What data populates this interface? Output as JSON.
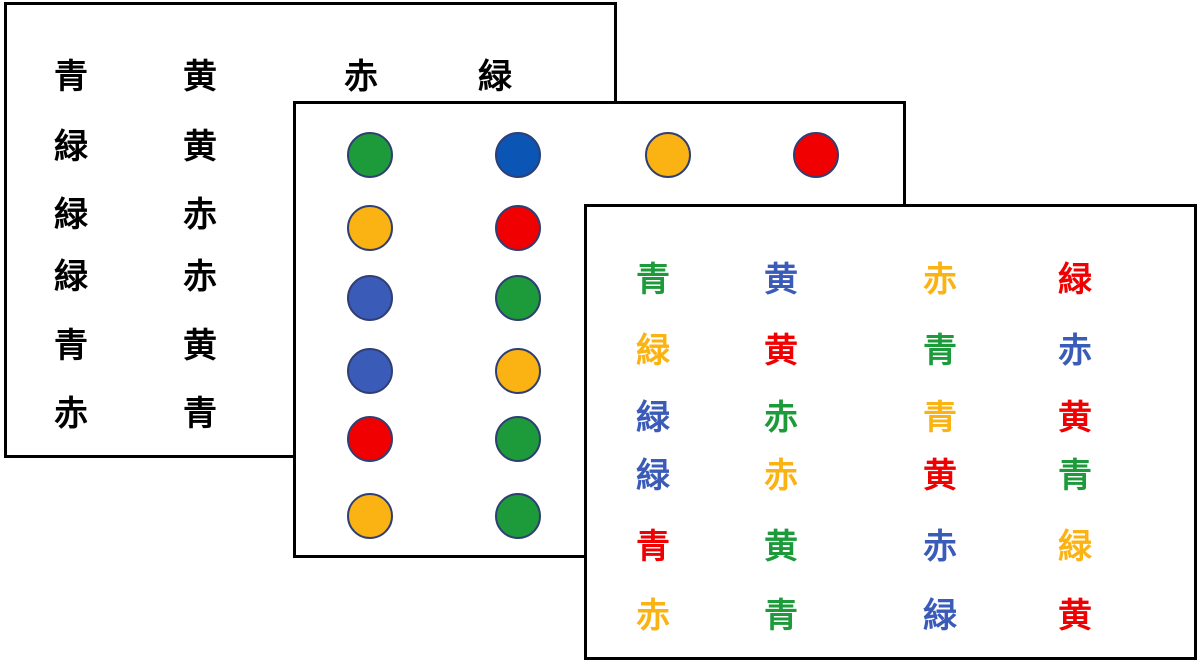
{
  "colors": {
    "black": "#000000",
    "blue": "#3a5bb8",
    "dark_blue": "#0b56b5",
    "yellow": "#fbb313",
    "red": "#f00000",
    "green": "#1d9b3a",
    "border": "#000000"
  },
  "card_words": {
    "rows": [
      [
        {
          "text": "青"
        },
        {
          "text": "黄"
        },
        {
          "text": "赤"
        },
        {
          "text": "緑"
        }
      ],
      [
        {
          "text": "緑"
        },
        {
          "text": "黄"
        }
      ],
      [
        {
          "text": "緑"
        },
        {
          "text": "赤"
        }
      ],
      [
        {
          "text": "緑"
        },
        {
          "text": "赤"
        }
      ],
      [
        {
          "text": "青"
        },
        {
          "text": "黄"
        }
      ],
      [
        {
          "text": "赤"
        },
        {
          "text": "青"
        }
      ]
    ]
  },
  "card_circles": {
    "rows": [
      [
        "green",
        "dark_blue",
        "yellow",
        "red"
      ],
      [
        "yellow",
        "red"
      ],
      [
        "blue",
        "green"
      ],
      [
        "blue",
        "yellow"
      ],
      [
        "red",
        "green"
      ],
      [
        "yellow",
        "green"
      ]
    ]
  },
  "card_color_words": {
    "rows": [
      [
        {
          "text": "青",
          "color": "green"
        },
        {
          "text": "黄",
          "color": "blue"
        },
        {
          "text": "赤",
          "color": "yellow"
        },
        {
          "text": "緑",
          "color": "red"
        }
      ],
      [
        {
          "text": "緑",
          "color": "yellow"
        },
        {
          "text": "黄",
          "color": "red"
        },
        {
          "text": "青",
          "color": "green"
        },
        {
          "text": "赤",
          "color": "blue"
        }
      ],
      [
        {
          "text": "緑",
          "color": "blue"
        },
        {
          "text": "赤",
          "color": "green"
        },
        {
          "text": "青",
          "color": "yellow"
        },
        {
          "text": "黄",
          "color": "red"
        }
      ],
      [
        {
          "text": "緑",
          "color": "blue"
        },
        {
          "text": "赤",
          "color": "yellow"
        },
        {
          "text": "黄",
          "color": "red"
        },
        {
          "text": "青",
          "color": "green"
        }
      ],
      [
        {
          "text": "青",
          "color": "red"
        },
        {
          "text": "黄",
          "color": "green"
        },
        {
          "text": "赤",
          "color": "blue"
        },
        {
          "text": "緑",
          "color": "yellow"
        }
      ],
      [
        {
          "text": "赤",
          "color": "yellow"
        },
        {
          "text": "青",
          "color": "green"
        },
        {
          "text": "緑",
          "color": "blue"
        },
        {
          "text": "黄",
          "color": "red"
        }
      ]
    ]
  }
}
